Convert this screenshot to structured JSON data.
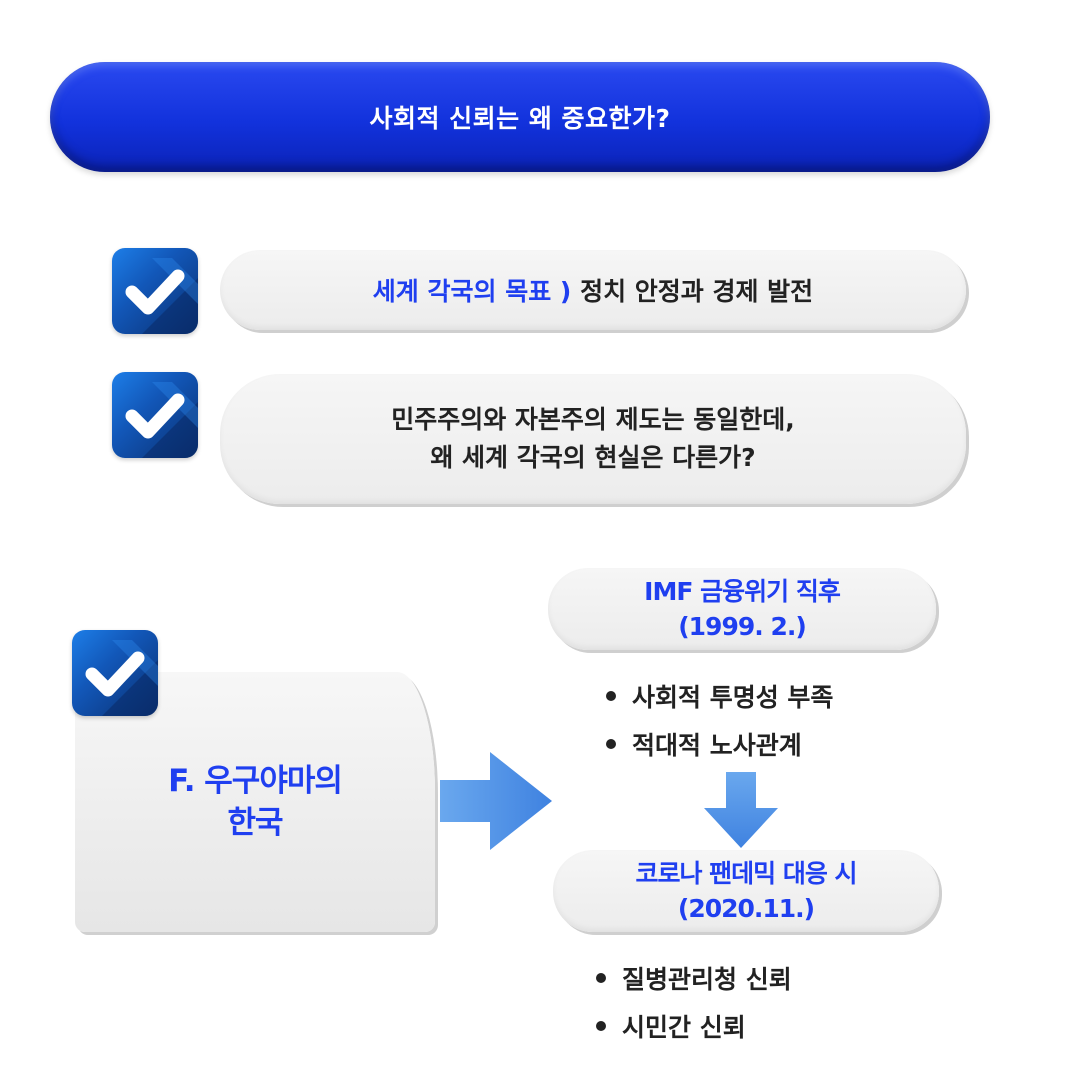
{
  "title": "사회적 신뢰는 왜 중요한가?",
  "point1": {
    "highlight": "세계 각국의 목표 )",
    "text": "정치 안정과 경제 발전"
  },
  "point2": {
    "line1": "민주주의와 자본주의 제도는 동일한데,",
    "line2": "왜 세계 각국의 현실은 다른가?"
  },
  "korea_box": {
    "line1": "F. 우구야마의",
    "line2": "한국"
  },
  "imf": {
    "line1": "IMF 금융위기 직후",
    "line2": "(1999. 2.)",
    "bullets": [
      "사회적 투명성 부족",
      "적대적 노사관계"
    ]
  },
  "covid": {
    "line1": "코로나 팬데믹 대응 시",
    "line2": "(2020.11.)",
    "bullets": [
      "질병관리청 신뢰",
      "시민간 신뢰"
    ]
  },
  "colors": {
    "title_blue": "#1232dc",
    "highlight_blue": "#1f3ff0",
    "arrow_blue": "#4a90e8"
  }
}
